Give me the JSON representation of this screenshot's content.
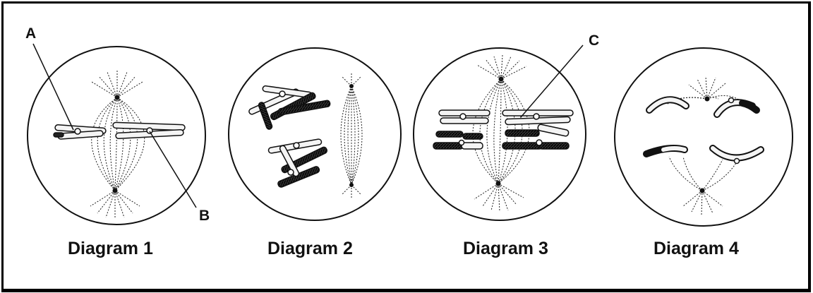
{
  "labels": {
    "a": "A",
    "b": "B",
    "c": "C"
  },
  "captions": [
    "Diagram 1",
    "Diagram 2",
    "Diagram 3",
    "Diagram 4"
  ],
  "colors": {
    "ink": "#111111",
    "background": "#ffffff",
    "chromosome_light": "#f4f4f4",
    "chromosome_dark": "#2a2a2a"
  }
}
